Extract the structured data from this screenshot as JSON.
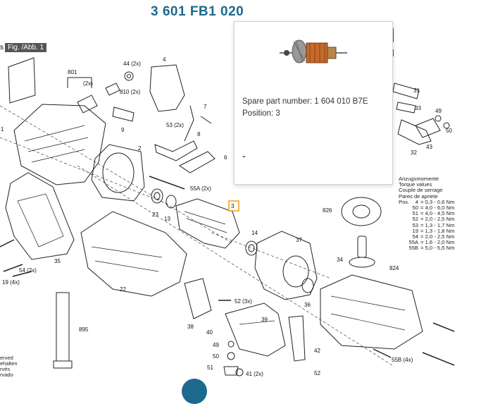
{
  "title": "3 601 FB1 020",
  "figure_tab": {
    "prefix": "s",
    "label": "Fig. /Abb. 1"
  },
  "popup": {
    "spare_part_text": "Spare part number: 1 604 010 B7E",
    "position_text": "Position: 3",
    "link_marker": "-"
  },
  "torque": {
    "headings": [
      "Anzugsmomente",
      "Torque values",
      "Couple de serrage",
      "Pares de apriete"
    ],
    "pos_label": "Pos.",
    "rows": [
      {
        "pos": "4",
        "value": "= 0,3 - 0,6 Nm"
      },
      {
        "pos": "50",
        "value": "= 4,0 - 6,0 Nm"
      },
      {
        "pos": "51",
        "value": "= 4,0 - 4,5 Nm"
      },
      {
        "pos": "52",
        "value": "= 2,0 - 2,5 Nm"
      },
      {
        "pos": "53",
        "value": "= 1,3 - 1,7 Nm"
      },
      {
        "pos": "19",
        "value": "= 1,3 - 1,8 Nm"
      },
      {
        "pos": "54",
        "value": "= 2,0 - 2,5 Nm"
      },
      {
        "pos": "55A",
        "value": "= 1,6 - 2,0 Nm"
      },
      {
        "pos": "55B",
        "value": "= 5,0 - 5,5 Nm"
      }
    ]
  },
  "bottom_left_text": [
    "erved",
    "ehalten",
    "rvés",
    "rvado"
  ],
  "part_labels": {
    "p801": "801",
    "p2x_a": "(2x)",
    "p44": "44 (2x)",
    "p810": "810 (2x)",
    "p4": "4",
    "p9": "9",
    "p2": "2",
    "p7": "7",
    "p53": "53 (2x)",
    "p8": "8",
    "p6": "6",
    "p55a": "55A (2x)",
    "p23": "23",
    "p13": "13",
    "p3": "3",
    "p14": "14",
    "p35": "35",
    "p54": "54 (2x)",
    "p19": "19 (4x)",
    "p22": "22",
    "p895": "895",
    "p37": "37",
    "p36": "36",
    "p826": "826",
    "p34": "34",
    "p824": "824",
    "p52a": "52 (3x)",
    "p38": "38",
    "p39": "39",
    "p40": "40",
    "p49a": "49",
    "p50a": "50",
    "p51": "51",
    "p41": "41 (2x)",
    "p42": "42",
    "p52b": "52",
    "p55b": "55B (4x)",
    "p31": "31",
    "p33": "33",
    "p49b": "49",
    "p50b": "50",
    "p43": "43",
    "p32": "32",
    "p1": "1"
  },
  "colors": {
    "title": "#1d6a8f",
    "highlight": "#f0a010",
    "accent": "#1d6a8f"
  },
  "icons": {
    "armature": "armature-icon",
    "circle_button": "circle-button"
  }
}
